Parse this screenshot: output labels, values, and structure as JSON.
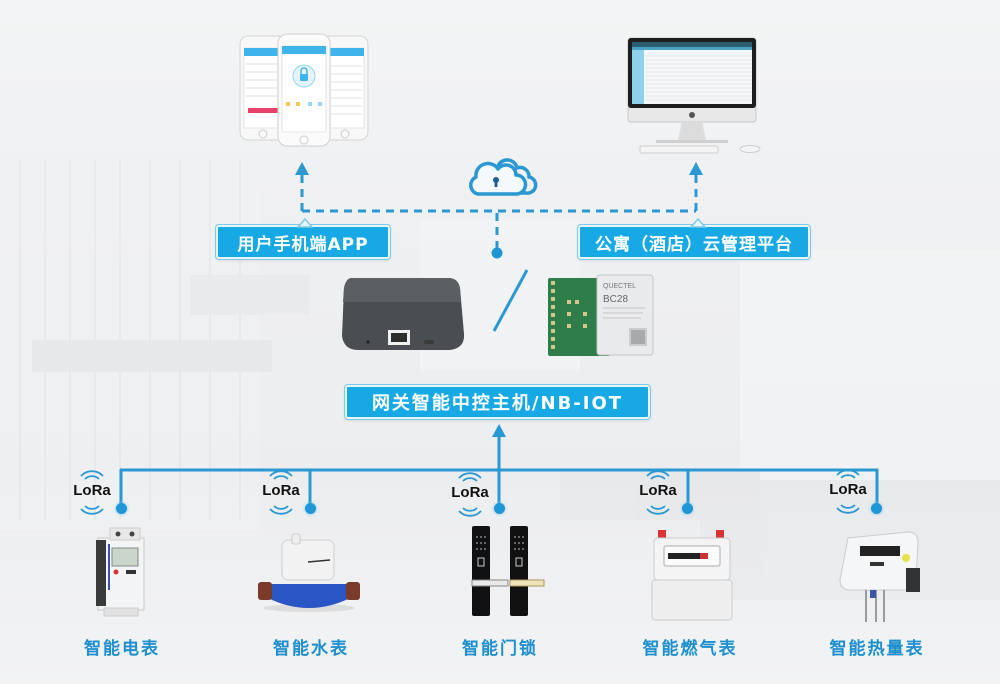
{
  "colors": {
    "accent": "#17a9e6",
    "line": "#2a98d2",
    "device_label": "#1d8fcf",
    "background": "#eeeff1"
  },
  "top": {
    "app_label": "用户手机端APP",
    "platform_label": "公寓（酒店）云管理平台",
    "cloud_icon": "cloud-lock-icon",
    "phone_images": "smartphones-app-screens",
    "computer_image": "imac-desktop-management"
  },
  "gateway": {
    "label": "网关智能中控主机/NB-IOT",
    "gateway_image": "gateway-box",
    "module_image": "nb-iot-module",
    "module_brand": "QUECTEL",
    "module_model": "BC28",
    "separator": "/"
  },
  "devices": [
    {
      "protocol": "LoRa",
      "label": "智能电表",
      "icon": "electric-meter-icon"
    },
    {
      "protocol": "LoRa",
      "label": "智能水表",
      "icon": "water-meter-icon"
    },
    {
      "protocol": "LoRa",
      "label": "智能门锁",
      "icon": "door-lock-icon"
    },
    {
      "protocol": "LoRa",
      "label": "智能燃气表",
      "icon": "gas-meter-icon"
    },
    {
      "protocol": "LoRa",
      "label": "智能热量表",
      "icon": "heat-meter-icon"
    }
  ]
}
